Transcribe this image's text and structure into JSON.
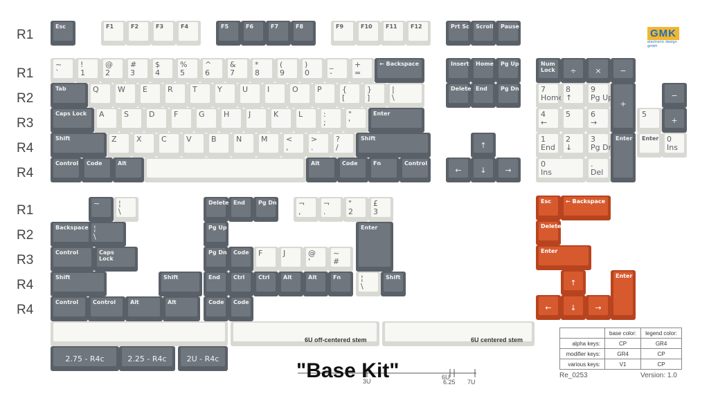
{
  "row_labels": [
    "R1",
    "R1",
    "R2",
    "R3",
    "R4",
    "R4",
    "R1",
    "R2",
    "R3",
    "R4",
    "R4"
  ],
  "logo": {
    "brand": "GMK",
    "sub": "electronic design gmbh"
  },
  "title": "\"Base Kit\"",
  "legend_table": {
    "headers": [
      "",
      "base color:",
      "legend color:"
    ],
    "rows": [
      [
        "alpha keys:",
        "CP",
        "GR4"
      ],
      [
        "modifier keys:",
        "GR4",
        "CP"
      ],
      [
        "various keys:",
        "V1",
        "CP"
      ]
    ]
  },
  "kit_code": "Re_0253",
  "version": "Version: 1.0",
  "scale_labels": [
    "3U",
    "6U",
    "6.25",
    "7U"
  ],
  "spacebar_labels": [
    "6U off-centered stem",
    "6U centered stem"
  ],
  "bottom_row_labels": [
    "2.75 - R4c",
    "2.25 - R4c",
    "2U - R4c"
  ],
  "colors": {
    "gray": "#6f767e",
    "white": "#f7f7f3",
    "orange": "#d65a2e"
  },
  "keys": {
    "fn_row": [
      "Esc",
      "F1",
      "F2",
      "F3",
      "F4",
      "F5",
      "F6",
      "F7",
      "F8",
      "F9",
      "F10",
      "F11",
      "F12",
      "Prt Sc",
      "Scroll",
      "Pause"
    ],
    "num_row": [
      "~\n`",
      "!\n1",
      "@\n2",
      "#\n3",
      "$\n4",
      "%\n5",
      "^\n6",
      "&\n7",
      "*\n8",
      "(\n9",
      ")\n0",
      "_\n-",
      "+\n=",
      "← Backspace"
    ],
    "nav_top": [
      "Insert",
      "Home",
      "Pg Up",
      "Delete",
      "End",
      "Pg Dn"
    ],
    "numpad_top": [
      "Num\nLock",
      "÷",
      "×",
      "−"
    ],
    "qwerty": [
      "Tab",
      "Q",
      "W",
      "E",
      "R",
      "T",
      "Y",
      "U",
      "I",
      "O",
      "P",
      "{\n[",
      "}\n]",
      "|\n\\"
    ],
    "home": [
      "Caps Lock",
      "A",
      "S",
      "D",
      "F",
      "G",
      "H",
      "J",
      "K",
      "L",
      ":\n;",
      "\"\n'",
      "Enter"
    ],
    "shift_row": [
      "Shift",
      "Z",
      "X",
      "C",
      "V",
      "B",
      "N",
      "M",
      "<\n,",
      ">\n.",
      "?\n/",
      "Shift"
    ],
    "bottom": [
      "Control",
      "Code",
      "Alt",
      "",
      "Alt",
      "Code",
      "Fn",
      "Control"
    ],
    "arrows": [
      "↑",
      "←",
      "↓",
      "→"
    ],
    "numpad": [
      "7\nHome",
      "8\n↑",
      "9\nPg Up",
      "+",
      "4\n←",
      "5",
      "6\n→",
      "1\nEnd",
      "2\n↓",
      "3\nPg Dn",
      "Enter",
      "0\nIns",
      ".\nDel",
      "−",
      "+",
      "5",
      "Enter",
      "0\nIns"
    ],
    "extras": {
      "r1": [
        "~",
        "¦\n\\",
        "Delete",
        "End",
        "Pg Dn",
        "¬\n,",
        "¬\n.",
        "\"\n2",
        "£\n3"
      ],
      "r2": [
        "Backspace",
        "¦\n\\",
        "Pg Up"
      ],
      "r3": [
        "Control",
        "Caps\nLock",
        "Pg Dn",
        "Code",
        "F",
        "J",
        "@\n'",
        "~\n#",
        "Enter"
      ],
      "r4": [
        "Shift",
        "Shift",
        "End",
        "Ctrl",
        "Ctrl",
        "Alt",
        "Alt",
        "Fn",
        "¦\n\\",
        "Shift"
      ],
      "r5": [
        "Control",
        "Control",
        "Alt",
        "Alt",
        "Code",
        "Code"
      ],
      "orange": [
        "Esc",
        "← Backspace",
        "Delete",
        "Enter",
        "↑",
        "Enter",
        "←",
        "↓",
        "→"
      ]
    }
  }
}
